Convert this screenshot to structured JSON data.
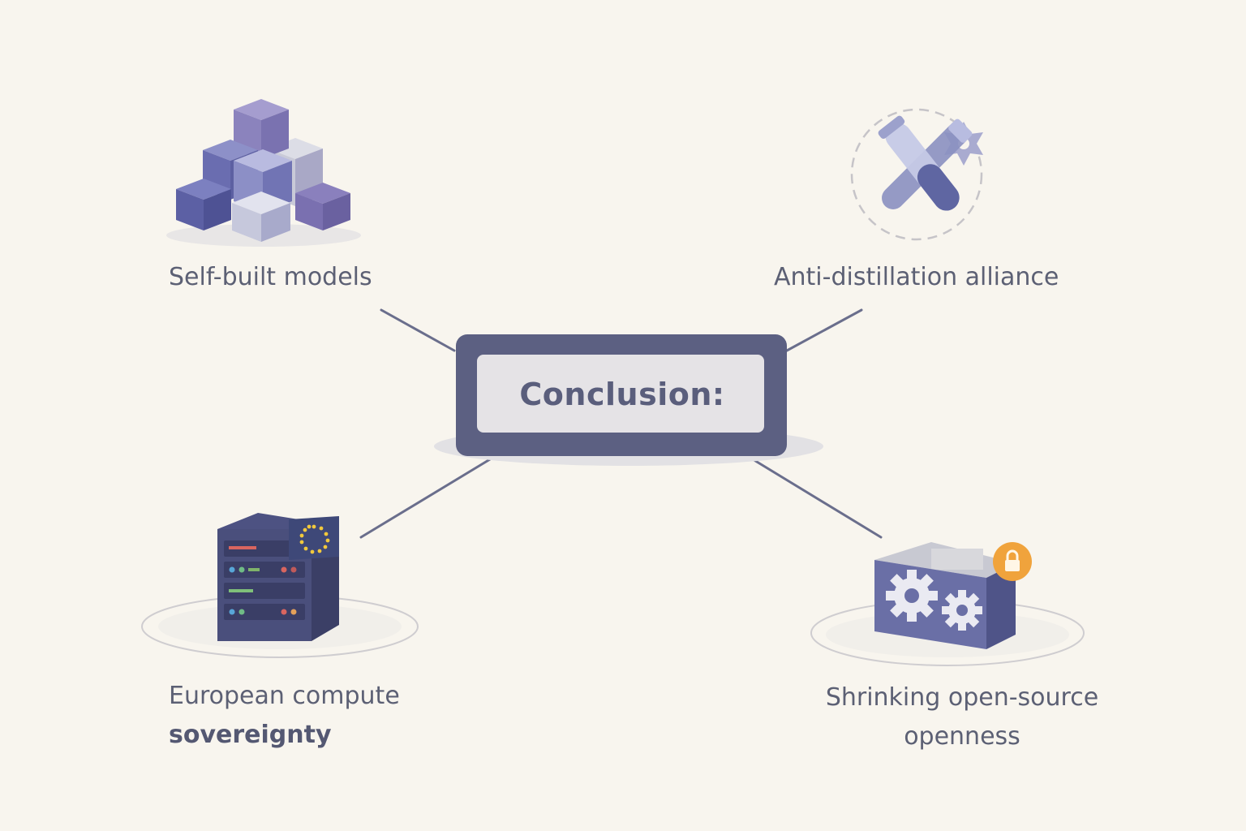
{
  "center": {
    "title": "Conclusion:"
  },
  "nodes": {
    "self_built": {
      "label": "Self-built models",
      "icon": "cubes-icon"
    },
    "anti_distillation": {
      "label": "Anti-distillation alliance",
      "icon": "test-tubes-icon"
    },
    "european": {
      "line1": "European compute",
      "line2": "sovereignty",
      "icon": "server-rack-eu-flag-icon"
    },
    "shrinking": {
      "line1": "Shrinking open-source",
      "line2": "openness",
      "icon": "gear-box-lock-icon"
    }
  },
  "colors": {
    "background": "#f8f5ee",
    "primary": "#5c6082",
    "panel": "#e5e3e6",
    "text": "#5c6074",
    "lock": "#f0a33c",
    "eu_flag": "#3e4878",
    "eu_stars": "#f2c93c"
  }
}
